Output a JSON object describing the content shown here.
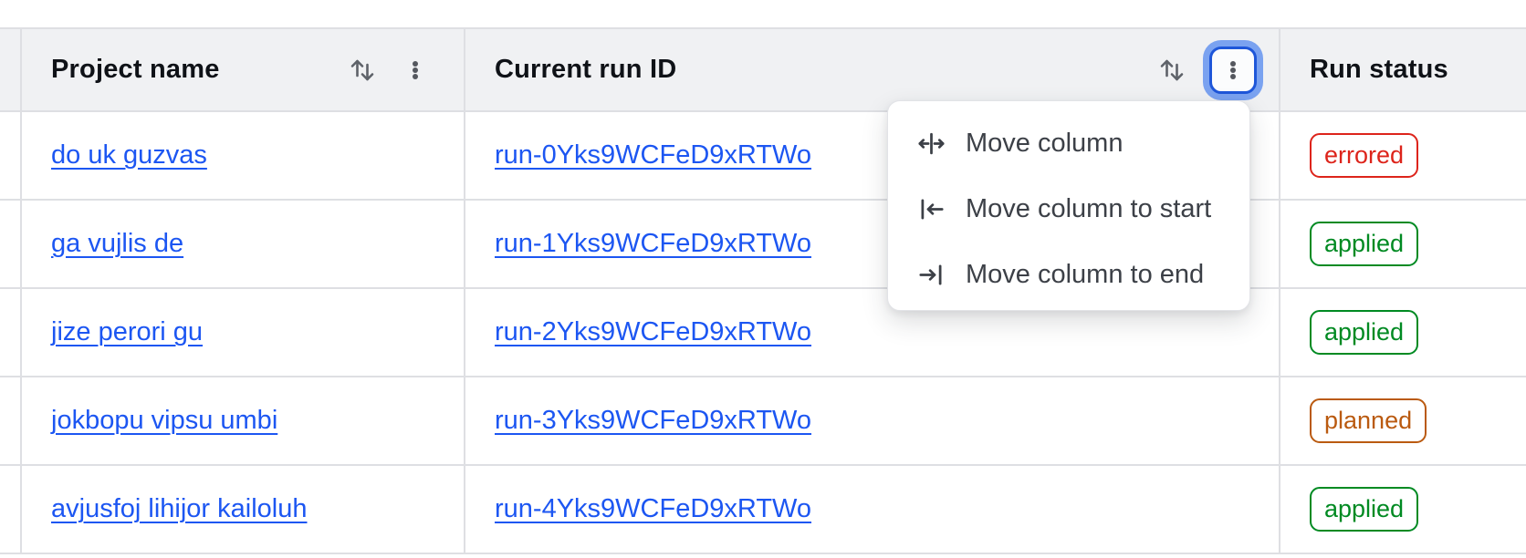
{
  "table": {
    "header": {
      "columns": [
        {
          "label": "Project name",
          "has_sort": true,
          "has_menu": true,
          "menu_open": false
        },
        {
          "label": "Current run ID",
          "has_sort": true,
          "has_menu": true,
          "menu_open": true
        },
        {
          "label": "Run status",
          "has_sort": true,
          "has_menu": false,
          "menu_open": false
        }
      ]
    },
    "rows": [
      {
        "project_name": "do uk guzvas",
        "run_id": "run-0Yks9WCFeD9xRTWo",
        "status": "errored"
      },
      {
        "project_name": "ga vujlis de",
        "run_id": "run-1Yks9WCFeD9xRTWo",
        "status": "applied"
      },
      {
        "project_name": "jize perori gu",
        "run_id": "run-2Yks9WCFeD9xRTWo",
        "status": "applied"
      },
      {
        "project_name": "jokbopu vipsu umbi",
        "run_id": "run-3Yks9WCFeD9xRTWo",
        "status": "planned"
      },
      {
        "project_name": "avjusfoj lihijor kailoluh",
        "run_id": "run-4Yks9WCFeD9xRTWo",
        "status": "applied"
      }
    ]
  },
  "column_menu": {
    "items": [
      {
        "icon": "move-column-icon",
        "label": "Move column"
      },
      {
        "icon": "move-column-to-start-icon",
        "label": "Move column to start"
      },
      {
        "icon": "move-column-to-end-icon",
        "label": "Move column to end"
      }
    ]
  },
  "colors": {
    "header_background": "#f0f1f3",
    "border": "#dedfe3",
    "link_blue": "#1c56f2",
    "status_errored": "#dd241b",
    "status_applied": "#008a22",
    "status_planned": "#ba5a10",
    "focus_ring_inner": "#1e56d9",
    "focus_ring_halo": "#7aa2f0",
    "icon_gray": "#5e6269"
  }
}
